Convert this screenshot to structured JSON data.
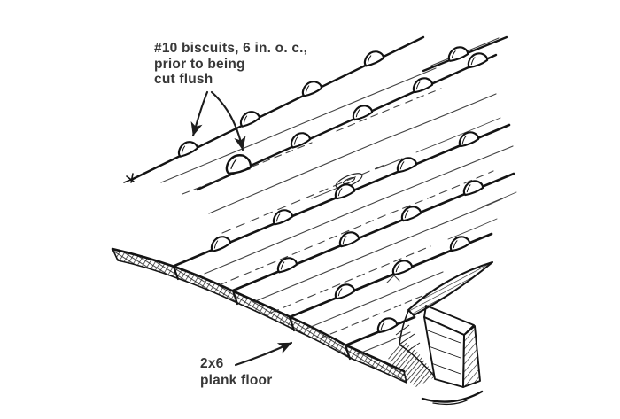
{
  "figure": {
    "type": "hand-drawn-technical-illustration",
    "subject": "plank floor joined with biscuits over a joist",
    "labels": {
      "biscuits_note": "#10 biscuits, 6 in. o. c.,\nprior to being\ncut flush",
      "plank_note": "2x6\nplank floor"
    },
    "colors": {
      "ink": "#1c1c1c",
      "label_text": "#373737",
      "paper": "#ffffff"
    }
  }
}
